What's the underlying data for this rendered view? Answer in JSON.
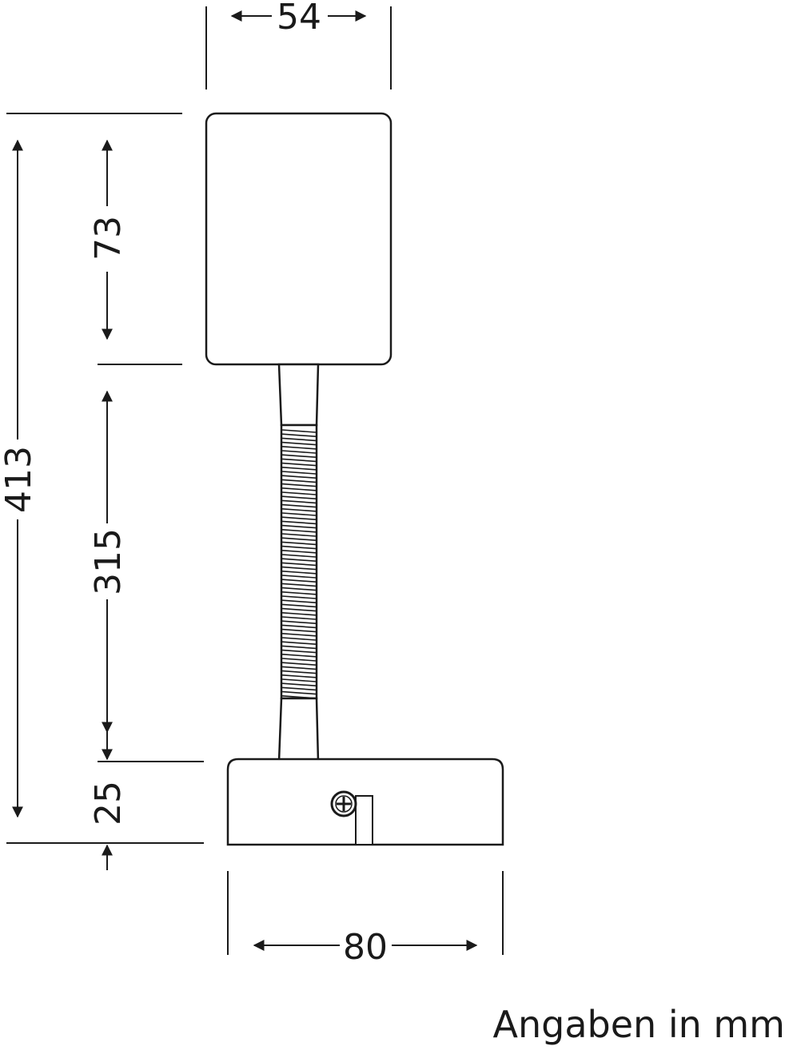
{
  "dimensions": {
    "head_width": "54",
    "head_height": "73",
    "total_height": "413",
    "arm_length": "315",
    "base_height": "25",
    "base_width": "80"
  },
  "note": "Angaben in mm",
  "colors": {
    "line": "#1a1a1a",
    "background": "#ffffff"
  },
  "icons": {
    "screw": "screw-icon"
  }
}
